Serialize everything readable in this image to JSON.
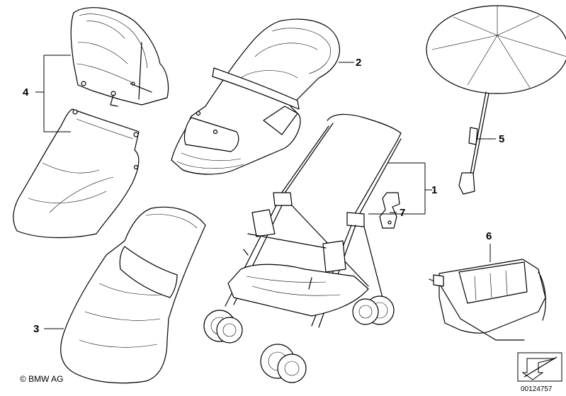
{
  "callouts": {
    "c1": "1",
    "c2": "2",
    "c3": "3",
    "c4": "4",
    "c5": "5",
    "c6": "6",
    "c7": "7"
  },
  "footer": {
    "copyright": "© BMW AG",
    "document_number": "00124757"
  },
  "icons": {
    "arrow_box": "arrow-icon"
  }
}
